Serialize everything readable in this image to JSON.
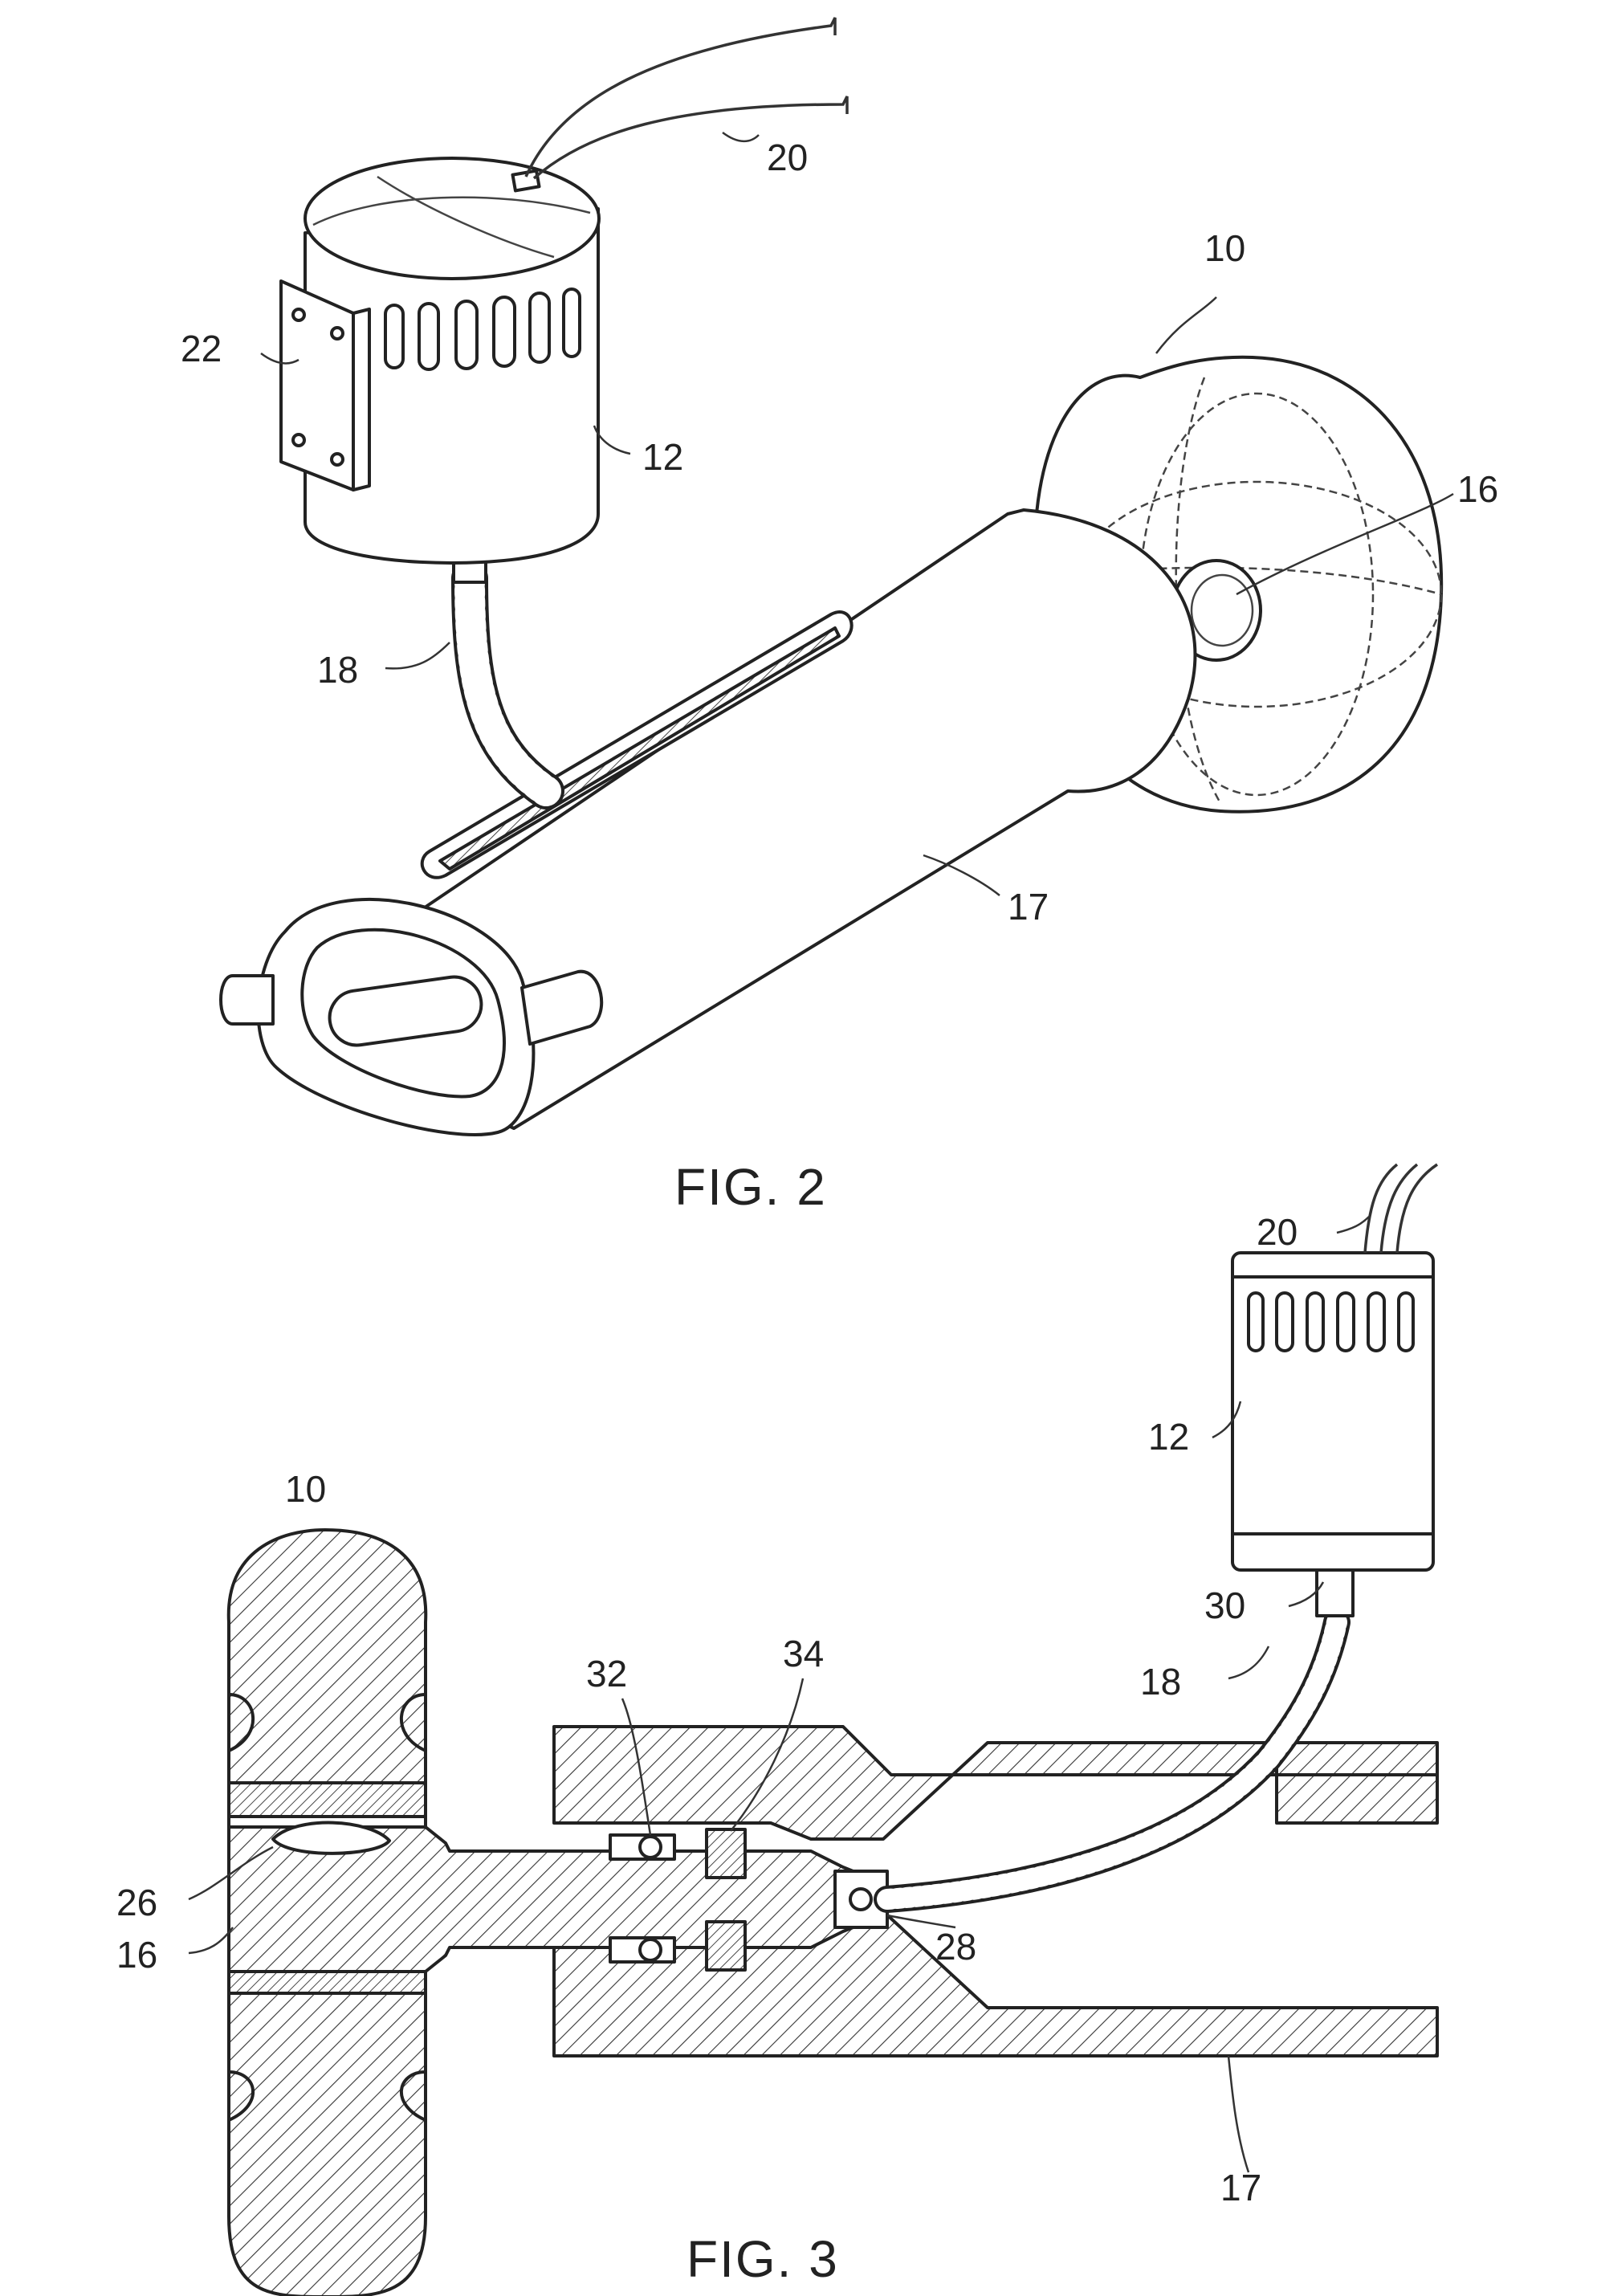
{
  "figures": [
    {
      "caption": "FIG. 2",
      "labels": {
        "wheel": "10",
        "motor": "12",
        "hub": "16",
        "housing": "17",
        "flex_shaft": "18",
        "wires": "20",
        "bracket": "22"
      }
    },
    {
      "caption": "FIG. 3",
      "labels": {
        "wheel": "10",
        "motor": "12",
        "hub": "16",
        "housing": "17",
        "flex_shaft": "18",
        "wires": "20",
        "recess": "26",
        "coupler": "28",
        "motor_coupler": "30",
        "bearing": "32",
        "seal": "34"
      }
    }
  ]
}
